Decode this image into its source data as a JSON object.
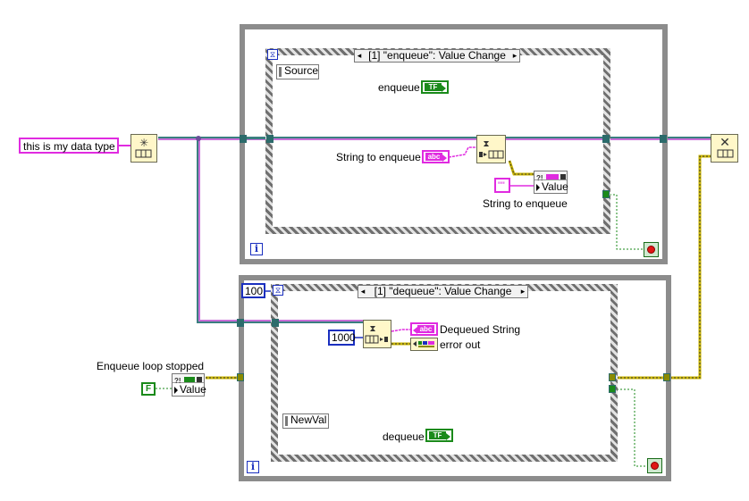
{
  "diagram": {
    "source_string": "this is my data type",
    "enqueue_loop": {
      "selector_label": "[1] \"enqueue\": Value Change",
      "event_data_label": "Source",
      "bool_indicator_label": "enqueue",
      "string_control_label": "String to enqueue",
      "string_property_label": "String to enqueue",
      "empty_string_const": "\"\"",
      "property_value_label": "Value",
      "iteration_terminal": "i"
    },
    "dequeue_loop": {
      "timeout_const": "100",
      "selector_label": "[1] \"dequeue\": Value Change",
      "dequeue_timeout_const": "1000",
      "dequeued_string_label": "Dequeued String",
      "error_out_label": "error out",
      "event_data_label": "NewVal",
      "bool_indicator_label": "dequeue",
      "iteration_terminal": "i"
    },
    "outside": {
      "stopped_label": "Enqueue loop stopped",
      "false_const": "F",
      "property_value_label": "Value"
    }
  },
  "icons": [
    "obtain-queue-icon",
    "enqueue-icon",
    "dequeue-icon",
    "release-queue-icon",
    "stop-terminal-icon",
    "hourglass-icon"
  ],
  "colors": {
    "queue_wire": "#3a7f7f",
    "string_wire": "#e02be0",
    "boolean_wire": "#1a8a1a",
    "error_wire": "#c9b400",
    "loop_frame": "#8c8c8c"
  }
}
